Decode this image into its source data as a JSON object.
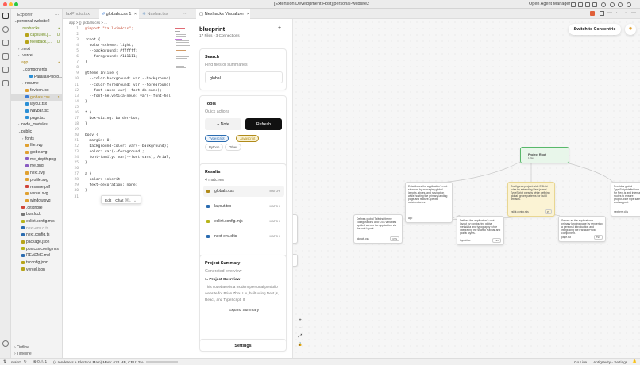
{
  "window": {
    "title": "[Extension Development Host] personal-website2",
    "agent_manager": "Open Agent Manager"
  },
  "explorer": {
    "header": "Explorer",
    "root": "personal-website2",
    "items": [
      {
        "label": "personal-website2",
        "depth": 0,
        "twisty": "v",
        "kind": "folder"
      },
      {
        "label": ".nexhacks",
        "depth": 1,
        "twisty": "v",
        "kind": "folder",
        "git": "•",
        "git_class": "git-u"
      },
      {
        "label": "capsules.j...",
        "depth": 2,
        "twisty": "",
        "kind": "json",
        "git": "U",
        "git_class": "git-u"
      },
      {
        "label": "feedback.j...",
        "depth": 2,
        "twisty": "",
        "kind": "json",
        "git": "U",
        "git_class": "git-u"
      },
      {
        "label": ".next",
        "depth": 1,
        "twisty": ">",
        "kind": "folder"
      },
      {
        "label": ".vercel",
        "depth": 1,
        "twisty": ">",
        "kind": "folder"
      },
      {
        "label": "app",
        "depth": 1,
        "twisty": "v",
        "kind": "folder",
        "git": "•",
        "git_class": "git-m"
      },
      {
        "label": "components",
        "depth": 2,
        "twisty": "v",
        "kind": "folder"
      },
      {
        "label": "ParallaxPhoto....",
        "depth": 3,
        "twisty": "",
        "kind": "tsx"
      },
      {
        "label": "resume",
        "depth": 2,
        "twisty": ">",
        "kind": "folder"
      },
      {
        "label": "favicon.ico",
        "depth": 2,
        "twisty": "",
        "kind": "ico"
      },
      {
        "label": "globals.css",
        "depth": 2,
        "twisty": "",
        "kind": "css",
        "git": "1",
        "git_class": "git-m",
        "selected": true
      },
      {
        "label": "layout.tsx",
        "depth": 2,
        "twisty": "",
        "kind": "tsx"
      },
      {
        "label": "Navbar.tsx",
        "depth": 2,
        "twisty": "",
        "kind": "tsx"
      },
      {
        "label": "page.tsx",
        "depth": 2,
        "twisty": "",
        "kind": "tsx"
      },
      {
        "label": "node_modules",
        "depth": 1,
        "twisty": ">",
        "kind": "folder"
      },
      {
        "label": "public",
        "depth": 1,
        "twisty": "v",
        "kind": "folder"
      },
      {
        "label": "fonts",
        "depth": 2,
        "twisty": ">",
        "kind": "folder"
      },
      {
        "label": "file.svg",
        "depth": 2,
        "twisty": "",
        "kind": "svg"
      },
      {
        "label": "globe.svg",
        "depth": 2,
        "twisty": "",
        "kind": "svg"
      },
      {
        "label": "me_depth.png",
        "depth": 2,
        "twisty": "",
        "kind": "png"
      },
      {
        "label": "me.png",
        "depth": 2,
        "twisty": "",
        "kind": "png"
      },
      {
        "label": "next.svg",
        "depth": 2,
        "twisty": "",
        "kind": "svg"
      },
      {
        "label": "profile.svg",
        "depth": 2,
        "twisty": "",
        "kind": "svg"
      },
      {
        "label": "resume.pdf",
        "depth": 2,
        "twisty": "",
        "kind": "pdf"
      },
      {
        "label": "vercel.svg",
        "depth": 2,
        "twisty": "",
        "kind": "svg"
      },
      {
        "label": "window.svg",
        "depth": 2,
        "twisty": "",
        "kind": "svg"
      },
      {
        "label": ".gitignore",
        "depth": 1,
        "twisty": "",
        "kind": "git"
      },
      {
        "label": "bun.lock",
        "depth": 1,
        "twisty": "",
        "kind": "lock"
      },
      {
        "label": "eslint.config.mjs",
        "depth": 1,
        "twisty": "",
        "kind": "mjs"
      },
      {
        "label": "next-env.d.ts",
        "depth": 1,
        "twisty": "",
        "kind": "ts",
        "dim": true
      },
      {
        "label": "next.config.ts",
        "depth": 1,
        "twisty": "",
        "kind": "ts"
      },
      {
        "label": "package.json",
        "depth": 1,
        "twisty": "",
        "kind": "json"
      },
      {
        "label": "postcss.config.mjs",
        "depth": 1,
        "twisty": "",
        "kind": "mjs"
      },
      {
        "label": "README.md",
        "depth": 1,
        "twisty": "",
        "kind": "md"
      },
      {
        "label": "tsconfig.json",
        "depth": 1,
        "twisty": "",
        "kind": "json"
      },
      {
        "label": "vercel.json",
        "depth": 1,
        "twisty": "",
        "kind": "json"
      }
    ],
    "outline": "Outline",
    "timeline": "Timeline"
  },
  "editor": {
    "tabs": [
      {
        "label": "laxPhoto.tsx"
      },
      {
        "label": "globals.css 1",
        "active": true
      },
      {
        "label": "Navbar.tsx"
      }
    ],
    "breadcrumb": "app > {} globals.css > ...",
    "lines": [
      "@import \"tailwindcss\";",
      "",
      ":root {",
      "  color-scheme: light;",
      "  --background: #ffffff;",
      "  --foreground: #111111;",
      "}",
      "",
      "@theme inline {",
      "  --color-background: var(--background)",
      "  --color-foreground: var(--foreground)",
      "  --font-sans: var(--font-dm-sans);",
      "  --font-helvetica-neue: var(--font-hel",
      "}",
      "",
      "* {",
      "  box-sizing: border-box;",
      "}",
      "",
      "body {",
      "  margin: 0;",
      "  background-color: var(--background);",
      "  color: var(--foreground);",
      "  font-family: var(--font-sans), Arial,",
      "}",
      "",
      "a {",
      "  color: inherit;",
      "  text-decoration: none;",
      "}",
      ""
    ],
    "popup": {
      "edit": "Edit",
      "chat": "Chat",
      "shortcut": "⌘L"
    }
  },
  "visualizer": {
    "tab_label": "Nexhacks Visualizer",
    "title": "blueprint",
    "subtitle": "17 Files • 3 Connections",
    "search": {
      "title": "Search",
      "subtitle": "Find files or summaries",
      "value": "global"
    },
    "tools": {
      "title": "Tools",
      "subtitle": "Quick actions",
      "note_button": "+ Note",
      "refresh_button": "Refresh",
      "filters": [
        "Typescript",
        "Javascript",
        "Python",
        "Other"
      ]
    },
    "results": {
      "title": "Results",
      "count": "4 matches",
      "items": [
        {
          "name": "globals.css",
          "tag": "MATCH",
          "color": "#b08a1a"
        },
        {
          "name": "layout.tsx",
          "tag": "MATCH",
          "color": "#2b6cb0"
        },
        {
          "name": "eslint.config.mjs",
          "tag": "MATCH",
          "color": "#b7b41a"
        },
        {
          "name": "next-env.d.ts",
          "tag": "MATCH",
          "color": "#2b6cb0"
        }
      ]
    },
    "summary": {
      "title": "Project Summary",
      "subtitle": "Generated overview",
      "heading": "1. Project Overview",
      "body": "This codebase is a modern personal portfolio website for Brian Zhou Liu, built using Next.js, React, and TypeScript. It",
      "expand": "Expand Summary"
    },
    "settings": "Settings",
    "concentric_button": "Switch to Concentric",
    "zoom": [
      "+",
      "−",
      "⤢",
      "🔒"
    ],
    "colors": {
      "accent": "#111111",
      "root_node": "#e8f6ea",
      "root_border": "#58b86a",
      "highlight": "#fbf3d4"
    }
  },
  "canvas_nodes": [
    {
      "id": "root",
      "title": "Project Root",
      "sub": "1 files",
      "kind": "root"
    },
    {
      "id": "n1",
      "text": "Defines global Tailwind theme configurations and CSS variables applied across the application via the root layout.",
      "file": "globals.css",
      "badge": "CSS"
    },
    {
      "id": "n2",
      "text": "Establishes the application's root structure by managing global layouts, styles, and navigation while hosting the primary landing page and feature-specific subdirectories.",
      "file": "app",
      "badge": ""
    },
    {
      "id": "n3",
      "text": "Defines the application's root layout by configuring global metadata and typography while integrating the shared Navbar and global styles.",
      "file": "layout.tsx",
      "badge": "TSX"
    },
    {
      "id": "n4",
      "text": "Configures project-wide ESLint rules by extending Next.js and TypeScript presets while defining global ignore patterns for build artifacts.",
      "file": "eslint.config.mjs",
      "badge": "JS",
      "highlight": true
    },
    {
      "id": "n5",
      "text": "Serves as the application's primary landing page by rendering a personal introduction and integrating the ParallaxPhoto component.",
      "file": "page.tsx",
      "badge": "TSX"
    },
    {
      "id": "n6",
      "text": "Provides global TypeScript definitions for Next.js and internal routes to ensure project-wide type safety and support.",
      "file": "next-env.d.ts",
      "badge": ""
    }
  ],
  "statusbar": {
    "branch": "main*",
    "problems": "⊗ 0 ⚠ 1",
    "process": "(4 renderers + Electron Main) Mem: 628 MB, CPU: 2%",
    "golive": "Go Live",
    "antigravity": "Antigravity - Settings"
  }
}
